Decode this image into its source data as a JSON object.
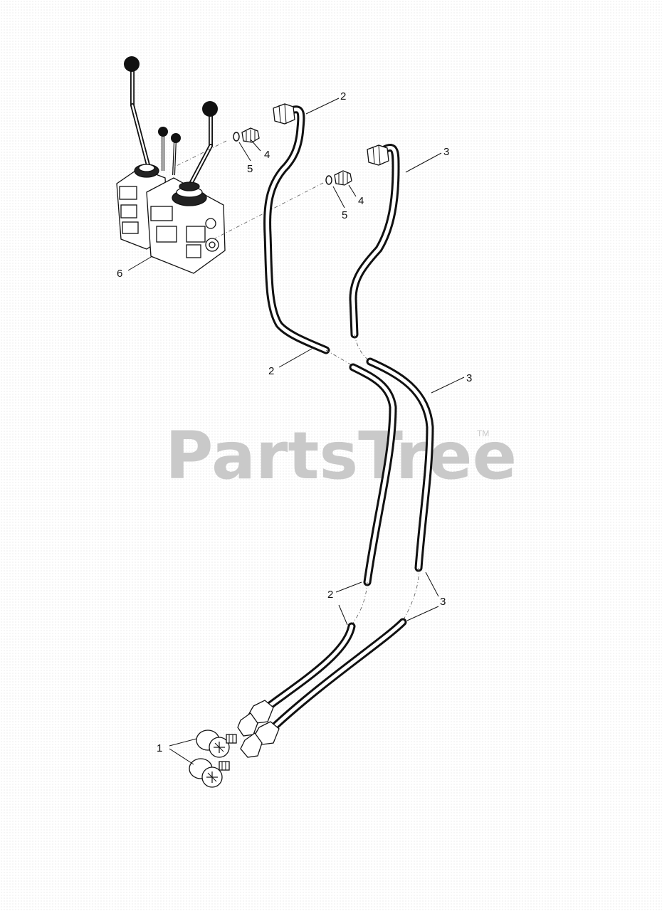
{
  "watermark": {
    "brand": "PartsTree",
    "trademark": "TM"
  },
  "callouts": {
    "c1": "1",
    "c2_top": "2",
    "c2_mid": "2",
    "c2_low": "2",
    "c3_top": "3",
    "c3_mid": "3",
    "c3_low": "3",
    "c4_a": "4",
    "c4_b": "4",
    "c5_a": "5",
    "c5_b": "5",
    "c6": "6"
  },
  "parts": [
    {
      "ref": "1",
      "icon": "elbow-fitting-icon"
    },
    {
      "ref": "2",
      "icon": "hydraulic-hose-icon"
    },
    {
      "ref": "3",
      "icon": "hydraulic-hose-icon"
    },
    {
      "ref": "4",
      "icon": "adapter-fitting-icon"
    },
    {
      "ref": "5",
      "icon": "o-ring-icon"
    },
    {
      "ref": "6",
      "icon": "control-valve-icon"
    }
  ]
}
